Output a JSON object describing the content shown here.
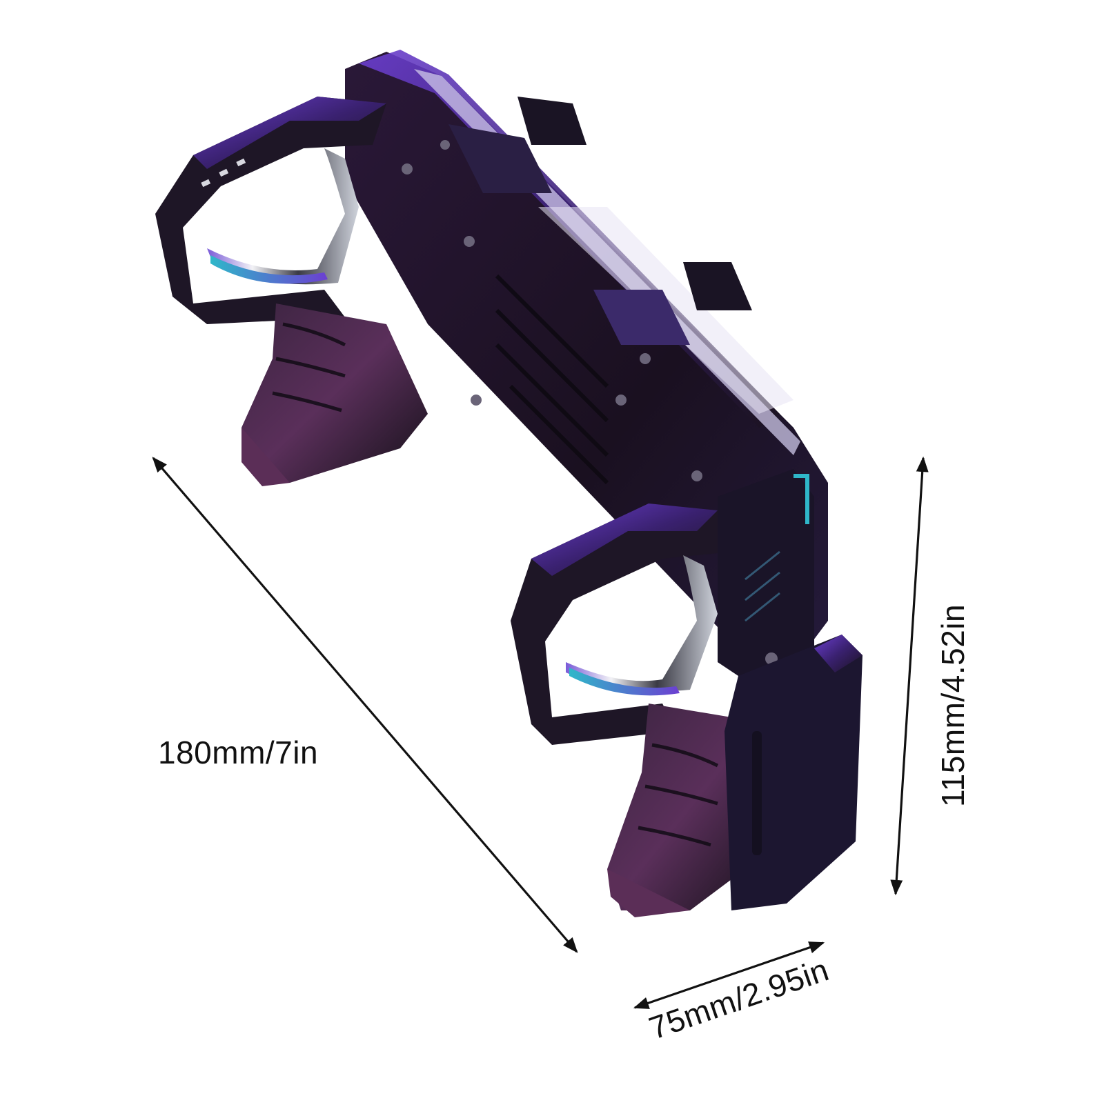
{
  "product": {
    "name": "mobile-gaming-controller-grip",
    "colors": {
      "body_dark": "#1b1220",
      "body_purple": "#4b2a86",
      "accent_violet": "#6c3fd1",
      "accent_teal": "#2fb7c9",
      "chrome": "#d9d9df",
      "background": "#ffffff",
      "dimension_ink": "#111111"
    },
    "icons": [
      "diagonal-dimension-arrow",
      "vertical-dimension-arrow",
      "horizontal-dimension-arrow"
    ]
  },
  "dimensions": {
    "length": {
      "label": "180mm/7in",
      "mm": 180,
      "inch": 7
    },
    "height": {
      "label": "115mm/4.52in",
      "mm": 115,
      "inch": 4.52
    },
    "width": {
      "label": "75mm/2.95in",
      "mm": 75,
      "inch": 2.95
    }
  }
}
